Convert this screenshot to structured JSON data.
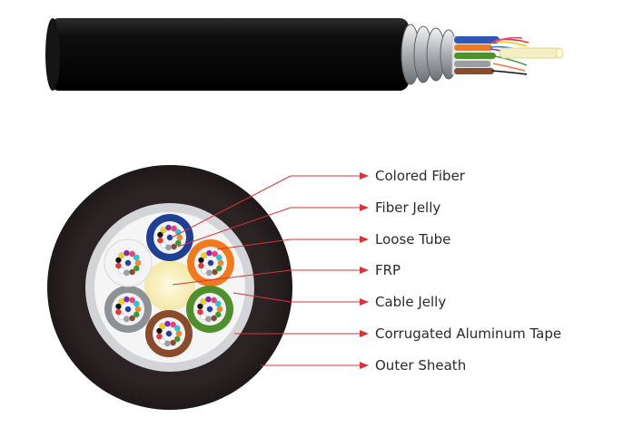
{
  "labels": {
    "colored_fiber": "Colored Fiber",
    "fiber_jelly": "Fiber Jelly",
    "loose_tube": "Loose Tube",
    "frp": "FRP",
    "cable_jelly": "Cable Jelly",
    "corrugated_aluminum_tape": "Corrugated Aluminum Tape",
    "outer_sheath": "Outer Sheath"
  },
  "colors": {
    "outer_sheath": "#2a2122",
    "leader_line": "#d8323a",
    "tube_blue": "#1f3f93",
    "tube_orange": "#f07a1e",
    "tube_green": "#4f8f2c",
    "tube_brown": "#8a4a2c",
    "tube_gray": "#8e9296",
    "tube_white": "#f4f4f4",
    "frp": "#fff6c8"
  }
}
